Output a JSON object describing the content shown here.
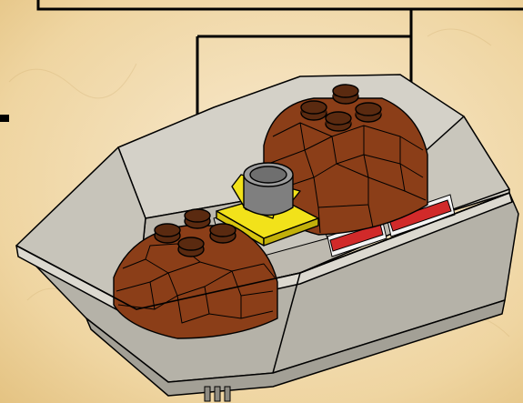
{
  "scene": {
    "description_label": "",
    "background_theme": "parchment",
    "colors": {
      "background": "#f1d9a6",
      "background_light": "#f8ead0",
      "tray_light": "#d4d1c8",
      "tray_mid": "#c3c0b6",
      "tray_dark": "#a9a69c",
      "rock": "#8b3e18",
      "rock_dark": "#6e2f12",
      "stud_dark": "#5a2a10",
      "yellow": "#f2e21a",
      "gray_cylinder": "#8c8c8c",
      "red_accent": "#d12a2a",
      "outline": "#000000"
    }
  },
  "parts": [
    {
      "name": "tray",
      "icon": "tray-icon"
    },
    {
      "name": "rock-back",
      "icon": "rock-icon"
    },
    {
      "name": "rock-front",
      "icon": "rock-icon"
    },
    {
      "name": "yellow-plate",
      "icon": "plate-icon"
    },
    {
      "name": "gray-cylinder",
      "icon": "cylinder-icon"
    },
    {
      "name": "red-markers",
      "icon": "marker-icon"
    }
  ],
  "callouts": [
    {
      "name": "arrow-to-back-rock",
      "points_to": "rock-back"
    },
    {
      "name": "arrow-to-front-rock",
      "points_to": "rock-front"
    }
  ]
}
